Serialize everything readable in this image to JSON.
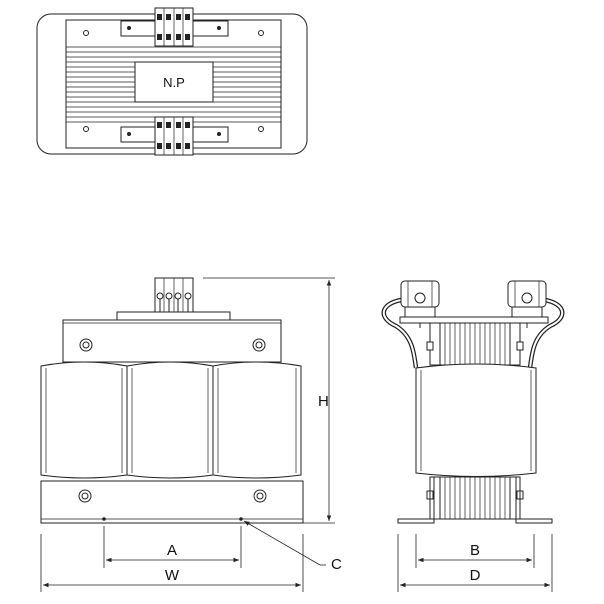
{
  "top_view": {
    "nameplate": "N.P"
  },
  "dimensions": {
    "A": "A",
    "W": "W",
    "C": "C",
    "H": "H",
    "B": "B",
    "D": "D"
  }
}
